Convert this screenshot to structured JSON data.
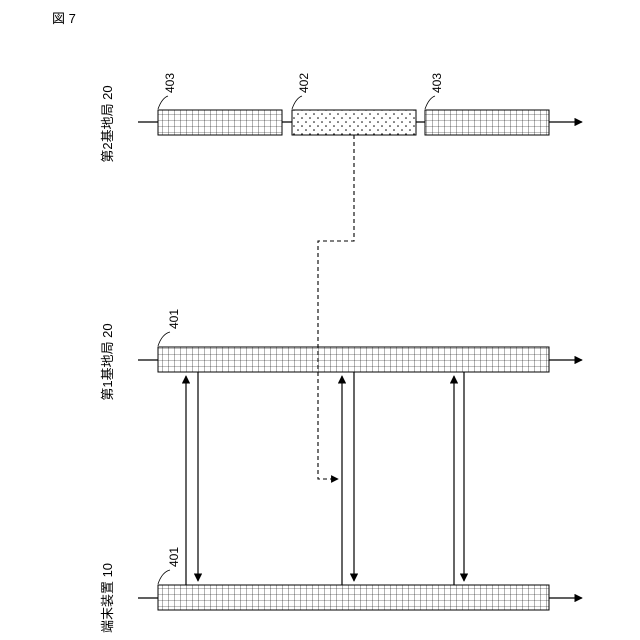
{
  "figure_label": "図 7",
  "rows": {
    "base_station_2": {
      "label": "第2基地局 20",
      "blocks": [
        {
          "ref": "403",
          "pattern": "grid"
        },
        {
          "ref": "402",
          "pattern": "dots"
        },
        {
          "ref": "403",
          "pattern": "grid"
        }
      ]
    },
    "base_station_1": {
      "label": "第1基地局 20",
      "blocks": [
        {
          "ref": "401",
          "pattern": "grid"
        }
      ]
    },
    "terminal": {
      "label": "端末装置 10",
      "blocks": [
        {
          "ref": "401",
          "pattern": "grid"
        }
      ]
    }
  },
  "colors": {
    "line": "#000000",
    "fill": "#ffffff"
  }
}
